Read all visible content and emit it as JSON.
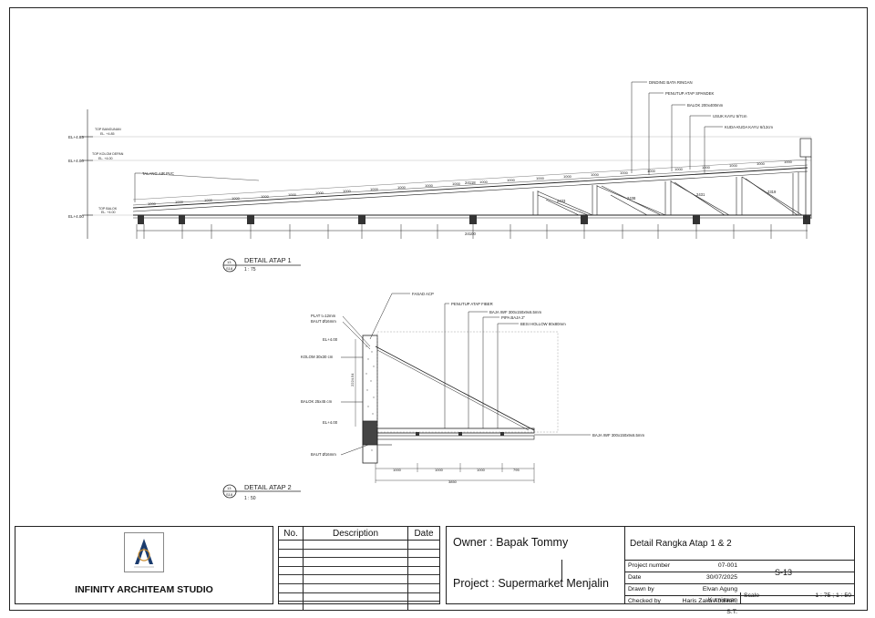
{
  "detail1": {
    "title": "DETAIL ATAP 1",
    "scale": "1 : 75",
    "ref_top": "13",
    "ref_bot": "S18",
    "levels": {
      "top_bangunan": "TOP BANGUNAN",
      "top_kolom": "TOP KOLOM DEPAN",
      "top_balok": "TOP BALOK",
      "el1": "EL+4.85",
      "el2": "EL+4.00",
      "el3": "EL+4.00",
      "el_small1": "EL. +4.85",
      "el_small2": "EL. +4.00",
      "el_small3": "EL. +4.00"
    },
    "talang": "TALANG AIR PVC",
    "callouts": [
      "DINDING BATA RINGAN",
      "PENUTUP ATAP SPANDEK",
      "BALOK 200x400mm",
      "USUK KAYU 5/7cm",
      "KUDA-KUDA KAYU 6/12cm"
    ],
    "dim_total_top": "24118",
    "dim_total_bottom": "24100",
    "dim_seg": "1000",
    "dim_diag": [
      "2433",
      "2438",
      "2431",
      "2319"
    ]
  },
  "detail2": {
    "title": "DETAIL ATAP 2",
    "scale": "1 : 50",
    "ref_top": "13",
    "ref_bot": "S18",
    "left_labels": [
      "PLAT t=12mm",
      "BAUT Ø16mm",
      "EL+4.00",
      "KOLOM 30x30 cm",
      "BALOK 25x45 cm",
      "EL+4.00",
      "BAUT Ø16mm"
    ],
    "top_labels": [
      "FASAD ACP",
      "PENUTUP ATAP FIBER",
      "BAJA IWF 300x150x9x6.5mm",
      "PIPA BAJA 2\"",
      "BESI HOLLOW 80x80mm"
    ],
    "right_label": "BAJA IWF 300x150x9x6.5mm",
    "dims": [
      "1000",
      "1000",
      "1000",
      "795"
    ],
    "dim_total": "3850",
    "dim_vert": "2224.54"
  },
  "titleblock": {
    "studio": "INFINITY ARCHITEAM STUDIO",
    "rev_headers": {
      "no": "No.",
      "desc": "Description",
      "date": "Date"
    },
    "owner": "Owner : Bapak Tommy",
    "project": "Project : Supermarket Menjalin",
    "drawing_title": "Detail Rangka Atap 1 & 2",
    "project_number_label": "Project number",
    "project_number": "07-001",
    "date_label": "Date",
    "date": "30/07/2025",
    "drawn_label": "Drawn by",
    "drawn": "Elvan Agung Kurniawan",
    "checked_label": "Checked by",
    "checked": "Haris Zaka Abdillah, S.T.",
    "scale_label": "Scale",
    "scale": "1 : 75 ; 1 : 50",
    "sheet": "S-13"
  }
}
